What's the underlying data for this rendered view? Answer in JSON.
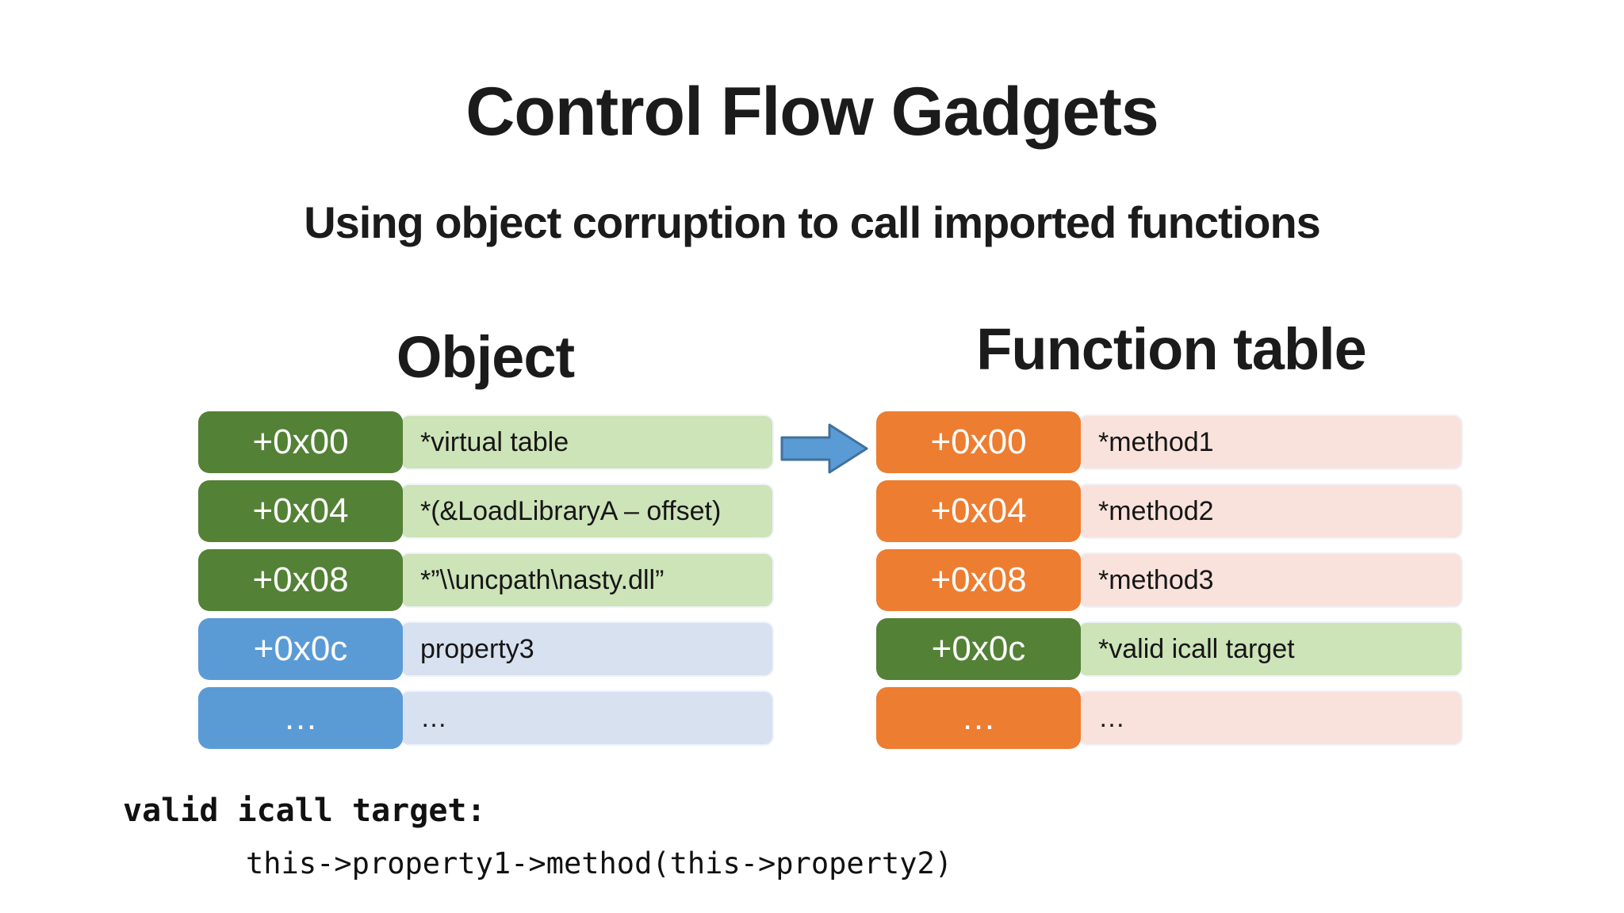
{
  "title": "Control Flow Gadgets",
  "subtitle": "Using object corruption to call imported functions",
  "object_table": {
    "heading": "Object",
    "rows": [
      {
        "offset": "+0x00",
        "value": "*virtual table",
        "type": "green"
      },
      {
        "offset": "+0x04",
        "value": "*(&LoadLibraryA – offset)",
        "type": "green"
      },
      {
        "offset": "+0x08",
        "value": "*”\\\\uncpath\\nasty.dll”",
        "type": "green"
      },
      {
        "offset": "+0x0c",
        "value": "property3",
        "type": "blue"
      },
      {
        "offset": "…",
        "value": "…",
        "type": "blue"
      }
    ]
  },
  "function_table": {
    "heading": "Function table",
    "rows": [
      {
        "offset": "+0x00",
        "value": "*method1",
        "type": "orange"
      },
      {
        "offset": "+0x04",
        "value": "*method2",
        "type": "orange"
      },
      {
        "offset": "+0x08",
        "value": "*method3",
        "type": "orange"
      },
      {
        "offset": "+0x0c",
        "value": "*valid icall target",
        "type": "green"
      },
      {
        "offset": "…",
        "value": "…",
        "type": "orange"
      }
    ]
  },
  "arrow_icon": "right-arrow",
  "footer": {
    "caption": "valid icall target:",
    "code": "this->property1->method(this->property2)"
  },
  "colors": {
    "green": "#538135",
    "green_light": "#cde3b8",
    "blue": "#5b9bd5",
    "blue_light": "#d8e1ef",
    "orange": "#ed7d31",
    "orange_light": "#f9e2dc",
    "arrow_fill": "#5b9bd5",
    "arrow_border": "#41719c",
    "background": "#ffffff",
    "text": "#1b1b1b"
  }
}
